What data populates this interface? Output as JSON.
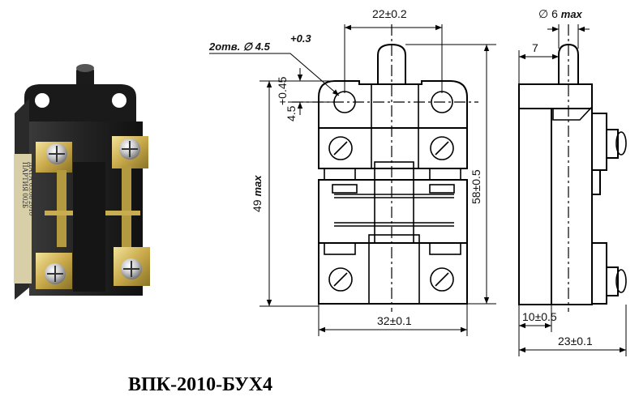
{
  "product": {
    "title": "ВПК-2010-БУХ4",
    "sticker_line1": "ПАРТИЯ 002Б",
    "sticker_line2": "ДАТА 05.08 2010"
  },
  "dimensions": {
    "top_width": "22±0.2",
    "holes": "2отв. ∅ 4.5",
    "holes_tol": "+0.3",
    "hole_offset": "4.5",
    "hole_offset_tol": "+0.45",
    "total_height": "49",
    "total_height_suffix": "max",
    "body_height": "58±0.5",
    "base_width": "32±0.1",
    "plunger_diameter": "∅ 6",
    "plunger_diameter_suffix": "max",
    "side_offset": "7",
    "side_depth_small": "10±0.5",
    "side_depth_total": "23±0.1"
  }
}
